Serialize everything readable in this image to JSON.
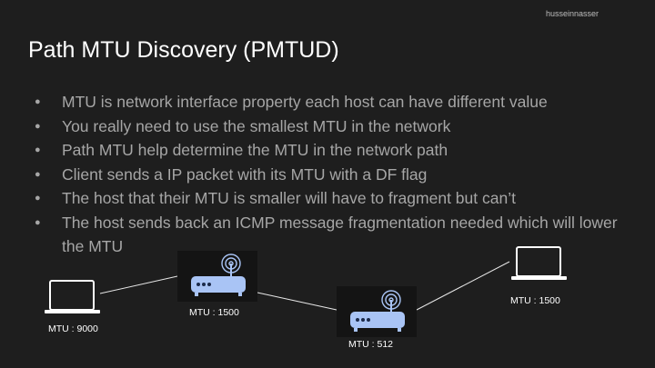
{
  "watermark": "husseinnasser",
  "title": "Path MTU Discovery (PMTUD)",
  "bullets": [
    "MTU is network interface property each host can have different value",
    "You really need to use the smallest MTU in the network",
    "Path MTU help determine the MTU in the network path",
    "Client sends a IP packet with its MTU with a DF flag",
    "The host that their MTU is smaller will have to fragment but can’t",
    "The host sends back an ICMP message fragmentation needed which will lower the MTU"
  ],
  "diagram": {
    "client": {
      "label": "MTU : 9000",
      "icon": "laptop-icon"
    },
    "router1": {
      "label": "MTU : 1500",
      "icon": "router-icon"
    },
    "router2": {
      "label": "MTU : 512",
      "icon": "router-icon"
    },
    "server": {
      "label": "MTU : 1500",
      "icon": "laptop-icon"
    }
  },
  "colors": {
    "background": "#1e1e1e",
    "title": "#ffffff",
    "bullet_text": "#a6a6a6",
    "router_body": "#a9c4f5",
    "router_bg": "#141414",
    "link_line": "#e6e6e6"
  }
}
